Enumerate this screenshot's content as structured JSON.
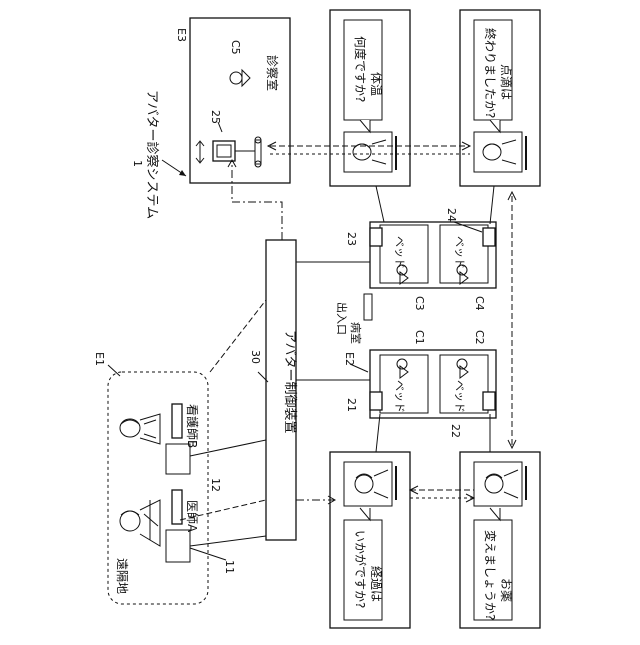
{
  "labels": {
    "system_title": "アバター診察システム",
    "system_ref": "1",
    "exam_room_ref": "E3",
    "exam_room": "診察室",
    "c5": "C5",
    "ref_25": "25",
    "remote_site": "遠隔地",
    "remote_ref": "E1",
    "doctor_a": "医師A",
    "nurse_b": "看護師B",
    "ref_11": "11",
    "ref_12": "12",
    "controller_ref": "30",
    "controller": "アバター制御装置",
    "ward_ref": "E2",
    "ward": "病室",
    "entrance": "出入口",
    "bed": "ベッド",
    "c1": "C1",
    "c2": "C2",
    "c3": "C3",
    "c4": "C4",
    "ref_21": "21",
    "ref_22": "22",
    "ref_23": "23",
    "ref_24": "24"
  },
  "bubbles": {
    "top_left": [
      "体温",
      "何度ですか?"
    ],
    "top_right": [
      "点滴は",
      "終わりましたか?"
    ],
    "bottom_left": [
      "経過は",
      "いかがですか?"
    ],
    "bottom_right": [
      "お薬",
      "変えましょうか?"
    ]
  }
}
